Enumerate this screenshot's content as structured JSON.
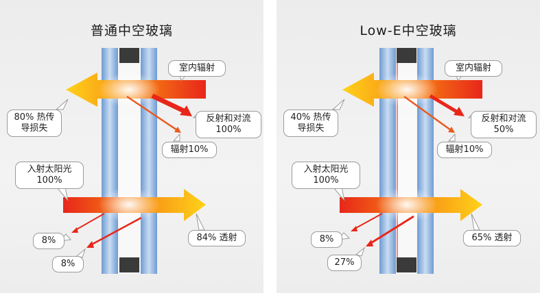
{
  "colors": {
    "panel_bg": "#ececec",
    "glass_blue": "#8fb4de",
    "spacer_dark": "#3a3a3a",
    "arrow_red": "#e8261a",
    "arrow_orange": "#f57d12",
    "arrow_yellow": "#ffd21a",
    "lowe_line": "#e33b3b"
  },
  "panels": [
    {
      "title": "普通中空玻璃",
      "indoor_radiation": "室内辐射",
      "heat_loss": [
        "80% 热传",
        "导损失"
      ],
      "reflect_convect": [
        "反射和对流",
        "100%"
      ],
      "radiation": "辐射10%",
      "incident_sun": [
        "入射太阳光",
        "100%"
      ],
      "reflect1": "8%",
      "reflect2": "8%",
      "transmit": "84% 透射",
      "has_lowe_coating": false
    },
    {
      "title": "Low-E中空玻璃",
      "indoor_radiation": "室内辐射",
      "heat_loss": [
        "40% 热传",
        "导损失"
      ],
      "reflect_convect": [
        "反射和对流",
        "50%"
      ],
      "radiation": "辐射10%",
      "incident_sun": [
        "入射太阳光",
        "100%"
      ],
      "reflect1": "8%",
      "reflect2": "27%",
      "transmit": "65% 透射",
      "has_lowe_coating": true
    }
  ]
}
